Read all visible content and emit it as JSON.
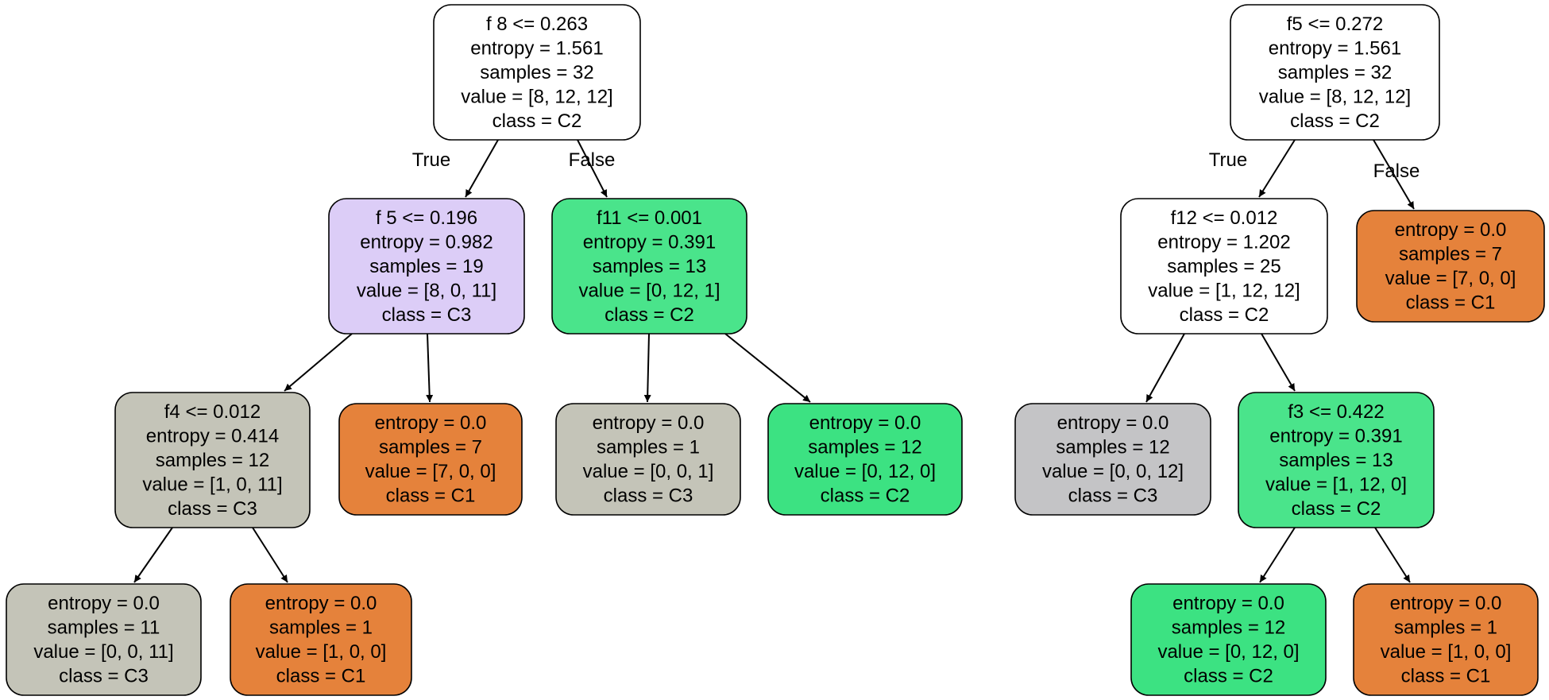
{
  "colors": {
    "white": "#ffffff",
    "lavender": "#dccdf7",
    "green_light": "#4ae48b",
    "green": "#3ce282",
    "gray": "#c4c4b8",
    "gray_blue": "#c4c4c6",
    "orange": "#e5823b"
  },
  "trees": [
    {
      "nodes": [
        {
          "id": "L0",
          "lines": [
            "f 8 <= 0.263",
            "entropy = 1.561",
            "samples = 32",
            "value = [8, 12, 12]",
            "class = C2"
          ],
          "color": "white"
        },
        {
          "id": "L1",
          "lines": [
            "f 5 <= 0.196",
            "entropy = 0.982",
            "samples = 19",
            "value = [8, 0, 11]",
            "class = C3"
          ],
          "color": "lavender"
        },
        {
          "id": "L2",
          "lines": [
            "f11 <= 0.001",
            "entropy = 0.391",
            "samples = 13",
            "value = [0, 12, 1]",
            "class = C2"
          ],
          "color": "green_light"
        },
        {
          "id": "L3",
          "lines": [
            "f4 <= 0.012",
            "entropy = 0.414",
            "samples = 12",
            "value = [1, 0, 11]",
            "class = C3"
          ],
          "color": "gray"
        },
        {
          "id": "L4",
          "lines": [
            "entropy = 0.0",
            "samples = 7",
            "value = [7, 0, 0]",
            "class = C1"
          ],
          "color": "orange"
        },
        {
          "id": "L5",
          "lines": [
            "entropy = 0.0",
            "samples = 1",
            "value = [0, 0, 1]",
            "class = C3"
          ],
          "color": "gray"
        },
        {
          "id": "L6",
          "lines": [
            "entropy = 0.0",
            "samples = 12",
            "value = [0, 12, 0]",
            "class = C2"
          ],
          "color": "green"
        },
        {
          "id": "L7",
          "lines": [
            "entropy = 0.0",
            "samples = 11",
            "value = [0, 0, 11]",
            "class = C3"
          ],
          "color": "gray"
        },
        {
          "id": "L8",
          "lines": [
            "entropy = 0.0",
            "samples = 1",
            "value = [1, 0, 0]",
            "class = C1"
          ],
          "color": "orange"
        }
      ],
      "edges": [
        {
          "from": "L0",
          "to": "L1",
          "label": "True"
        },
        {
          "from": "L0",
          "to": "L2",
          "label": "False"
        },
        {
          "from": "L1",
          "to": "L3",
          "label": ""
        },
        {
          "from": "L1",
          "to": "L4",
          "label": ""
        },
        {
          "from": "L2",
          "to": "L5",
          "label": ""
        },
        {
          "from": "L2",
          "to": "L6",
          "label": ""
        },
        {
          "from": "L3",
          "to": "L7",
          "label": ""
        },
        {
          "from": "L3",
          "to": "L8",
          "label": ""
        }
      ]
    },
    {
      "nodes": [
        {
          "id": "R0",
          "lines": [
            "f5 <= 0.272",
            "entropy = 1.561",
            "samples = 32",
            "value = [8, 12, 12]",
            "class = C2"
          ],
          "color": "white"
        },
        {
          "id": "R1",
          "lines": [
            "f12 <= 0.012",
            "entropy = 1.202",
            "samples = 25",
            "value = [1, 12, 12]",
            "class = C2"
          ],
          "color": "white"
        },
        {
          "id": "R2",
          "lines": [
            "entropy = 0.0",
            "samples = 7",
            "value = [7, 0, 0]",
            "class = C1"
          ],
          "color": "orange"
        },
        {
          "id": "R3",
          "lines": [
            "entropy = 0.0",
            "samples = 12",
            "value = [0, 0, 12]",
            "class = C3"
          ],
          "color": "gray_blue"
        },
        {
          "id": "R4",
          "lines": [
            "f3 <= 0.422",
            "entropy = 0.391",
            "samples = 13",
            "value = [1, 12, 0]",
            "class = C2"
          ],
          "color": "green_light"
        },
        {
          "id": "R5",
          "lines": [
            "entropy = 0.0",
            "samples = 12",
            "value = [0, 12, 0]",
            "class = C2"
          ],
          "color": "green"
        },
        {
          "id": "R6",
          "lines": [
            "entropy = 0.0",
            "samples = 1",
            "value = [1, 0, 0]",
            "class = C1"
          ],
          "color": "orange"
        }
      ],
      "edges": [
        {
          "from": "R0",
          "to": "R1",
          "label": "True"
        },
        {
          "from": "R0",
          "to": "R2",
          "label": "False"
        },
        {
          "from": "R1",
          "to": "R3",
          "label": ""
        },
        {
          "from": "R1",
          "to": "R4",
          "label": ""
        },
        {
          "from": "R4",
          "to": "R5",
          "label": ""
        },
        {
          "from": "R4",
          "to": "R6",
          "label": ""
        }
      ]
    }
  ]
}
